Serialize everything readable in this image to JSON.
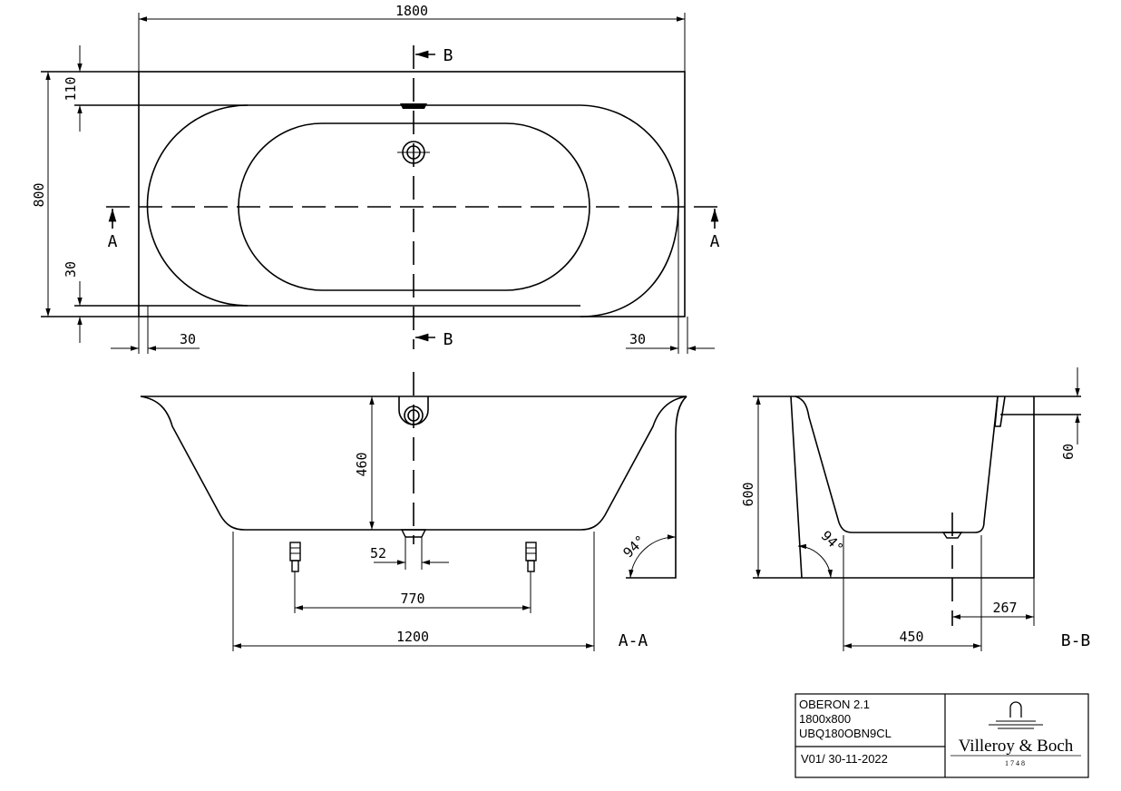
{
  "drawing": {
    "top_view": {
      "dims": {
        "overall_length": "1800",
        "overall_width": "800",
        "top_margin": "110",
        "bottom_margin": "30",
        "left_margin": "30",
        "right_margin": "30"
      },
      "section_markers": {
        "a": "A",
        "b": "B"
      }
    },
    "section_aa": {
      "label": "A-A",
      "dims": {
        "depth": "460",
        "drain_width": "52",
        "feet_spacing": "770",
        "base_length": "1200"
      },
      "angle": "94°"
    },
    "section_bb": {
      "label": "B-B",
      "dims": {
        "height": "600",
        "rim": "60",
        "drain_offset": "267",
        "base_width": "450"
      },
      "angle": "94°"
    }
  },
  "title_block": {
    "product": "OBERON 2.1",
    "size": "1800x800",
    "code": "UBQ180OBN9CL",
    "version": "V01/ 30-11-2022",
    "brand": "Villeroy & Boch",
    "brand_year": "1748"
  }
}
